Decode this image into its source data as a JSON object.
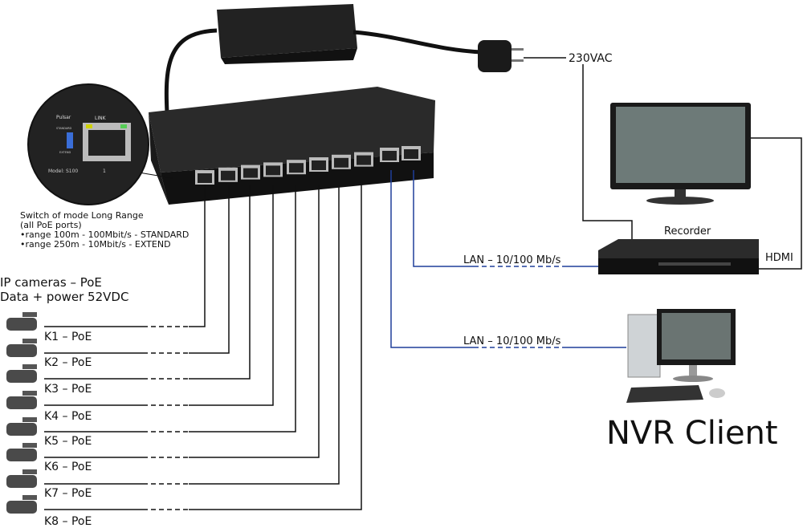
{
  "power": {
    "label": "230VAC"
  },
  "inset": {
    "brand": "Pulsar",
    "link": "LINK",
    "standard": "STANDARD",
    "extend": "EXTEND",
    "model": "Model: S100",
    "port": "1"
  },
  "mode_note": {
    "line1": "Switch of mode Long Range",
    "line2": "(all PoE ports)",
    "line3": "•range 100m - 100Mbit/s - STANDARD",
    "line4": "•range 250m - 10Mbit/s - EXTEND"
  },
  "cameras_title": {
    "line1": "IP cameras – PoE",
    "line2": "Data + power 52VDC"
  },
  "cameras": [
    "K1 – PoE",
    "K2 – PoE",
    "K3 – PoE",
    "K4 – PoE",
    "K5 – PoE",
    "K6 – PoE",
    "K7 – PoE",
    "K8 – PoE"
  ],
  "recorder": {
    "label": "Recorder",
    "hdmi": "HDMI"
  },
  "lan1": "LAN – 10/100 Mb/s",
  "lan2": "LAN – 10/100 Mb/s",
  "client": {
    "label": "NVR Client"
  },
  "colors": {
    "lan_line": "#1f3f9a",
    "device": "#1c1c1c"
  }
}
